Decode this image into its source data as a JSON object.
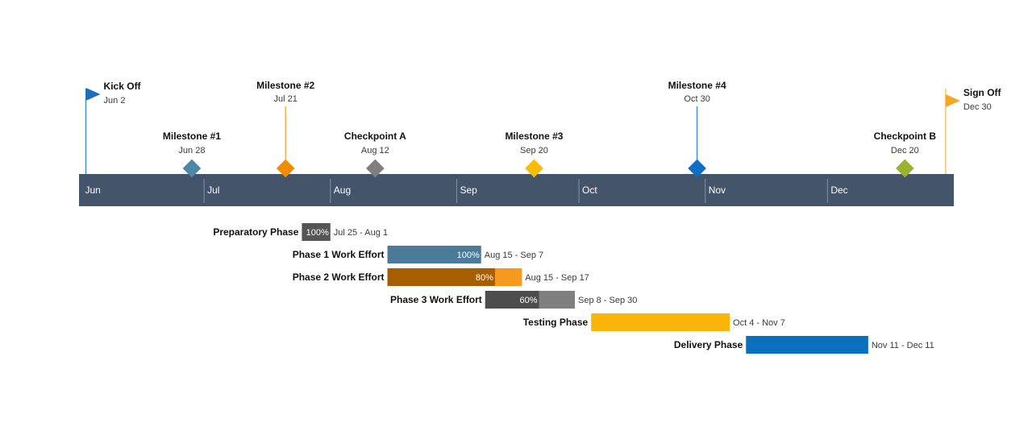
{
  "months": [
    "Jun",
    "Jul",
    "Aug",
    "Sep",
    "Oct",
    "Nov",
    "Dec"
  ],
  "colors": {
    "band": "#44546a",
    "band_divider": "#8391a5",
    "month_text": "#ffffff"
  },
  "milestones": [
    {
      "title": "Kick Off",
      "date": "Jun 2",
      "marker": "flag",
      "color": "#1a6fbd",
      "row": "top"
    },
    {
      "title": "Milestone #1",
      "date": "Jun 28",
      "marker": "diamond",
      "color": "#4f86a8",
      "row": "low"
    },
    {
      "title": "Milestone #2",
      "date": "Jul 21",
      "marker": "diamond",
      "color": "#f08c00",
      "row": "top"
    },
    {
      "title": "Checkpoint A",
      "date": "Aug 12",
      "marker": "diamond",
      "color": "#7f7f7f",
      "row": "low"
    },
    {
      "title": "Milestone #3",
      "date": "Sep 20",
      "marker": "diamond",
      "color": "#fbbc05",
      "row": "low"
    },
    {
      "title": "Milestone #4",
      "date": "Oct 30",
      "marker": "diamond",
      "color": "#0f6fc6",
      "row": "top"
    },
    {
      "title": "Checkpoint B",
      "date": "Dec 20",
      "marker": "diamond",
      "color": "#9bb22e",
      "row": "low"
    },
    {
      "title": "Sign Off",
      "date": "Dec 30",
      "marker": "flag",
      "color": "#f5a623",
      "row": "top"
    }
  ],
  "tasks": [
    {
      "name": "Preparatory Phase",
      "range": "Jul 25 - Aug 1",
      "percent": "100%",
      "progress": 1.0,
      "color": "#555555",
      "done_color": "#555555"
    },
    {
      "name": "Phase 1 Work Effort",
      "range": "Aug 15 - Sep 7",
      "percent": "100%",
      "progress": 1.0,
      "color": "#4c7b99",
      "done_color": "#4c7b99"
    },
    {
      "name": "Phase 2 Work Effort",
      "range": "Aug 15 - Sep 17",
      "percent": "80%",
      "progress": 0.8,
      "color": "#f59a1f",
      "done_color": "#a65e00"
    },
    {
      "name": "Phase 3 Work Effort",
      "range": "Sep 8 - Sep 30",
      "percent": "60%",
      "progress": 0.6,
      "color": "#7f7f7f",
      "done_color": "#4d4d4d"
    },
    {
      "name": "Testing Phase",
      "range": "Oct 4 - Nov 7",
      "percent": "",
      "progress": 0,
      "color": "#fbb40a",
      "done_color": "#fbb40a"
    },
    {
      "name": "Delivery Phase",
      "range": "Nov 11 - Dec 11",
      "percent": "",
      "progress": 0,
      "color": "#0a70bd",
      "done_color": "#0a70bd"
    }
  ]
}
